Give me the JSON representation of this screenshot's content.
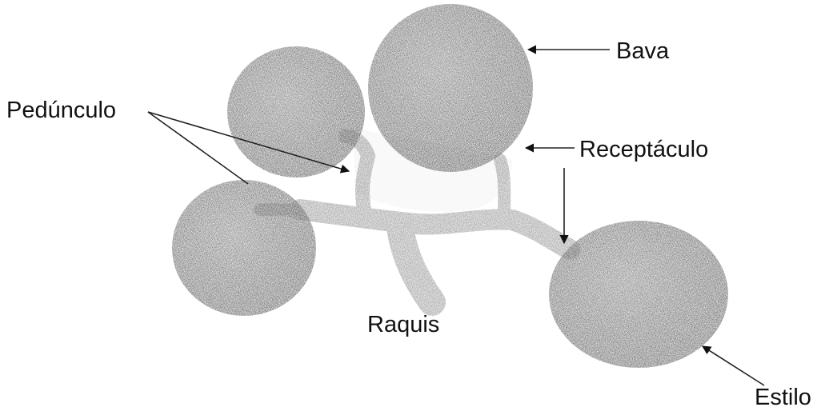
{
  "labels": {
    "bava": "Bava",
    "pedunculo": "Pedúnculo",
    "receptaculo": "Receptáculo",
    "raquis": "Raquis",
    "estilo": "Estilo"
  },
  "colors": {
    "berry": "#2a2a2a",
    "stem": "#6b6b6b",
    "leader": "#222222"
  }
}
